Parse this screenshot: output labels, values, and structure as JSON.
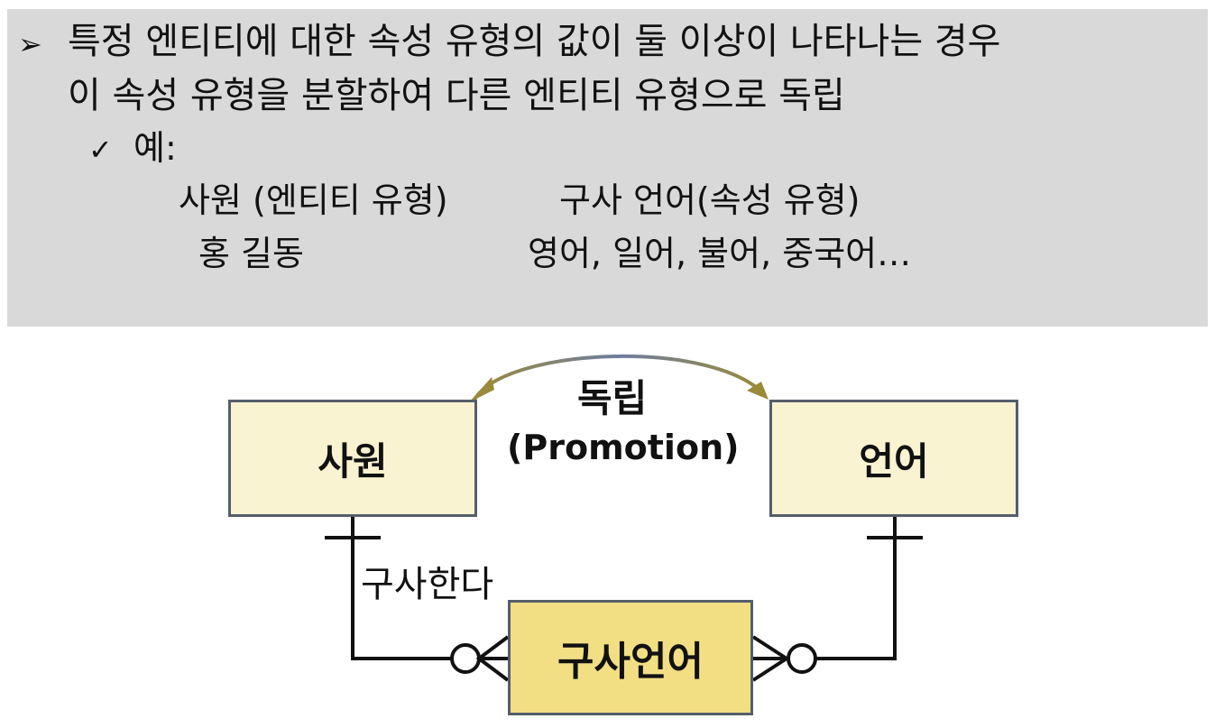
{
  "bullet": {
    "line1": "특정 엔티티에 대한 속성 유형의 값이 둘 이상이 나타나는 경우",
    "line2": "이 속성 유형을 분할하여 다른 엔티티 유형으로 독립",
    "example_label": "예:",
    "example": {
      "entity_caption": "사원 (엔티티 유형)",
      "attribute_caption": "구사 언어(속성 유형)",
      "entity_value": "홍 길동",
      "attribute_values": "영어, 일어, 불어, 중국어…"
    }
  },
  "diagram": {
    "entity_employee": "사원",
    "entity_language": "언어",
    "entity_association": "구사언어",
    "promotion_label": "독립",
    "promotion_sublabel": "(Promotion)",
    "relationship_label": "구사한다"
  },
  "colors": {
    "panel_background": "#d9d9d9",
    "entity_fill": "#faf3d2",
    "association_fill": "#f2df84",
    "border": "#555e6b",
    "arrow": "#9a8a3a"
  }
}
